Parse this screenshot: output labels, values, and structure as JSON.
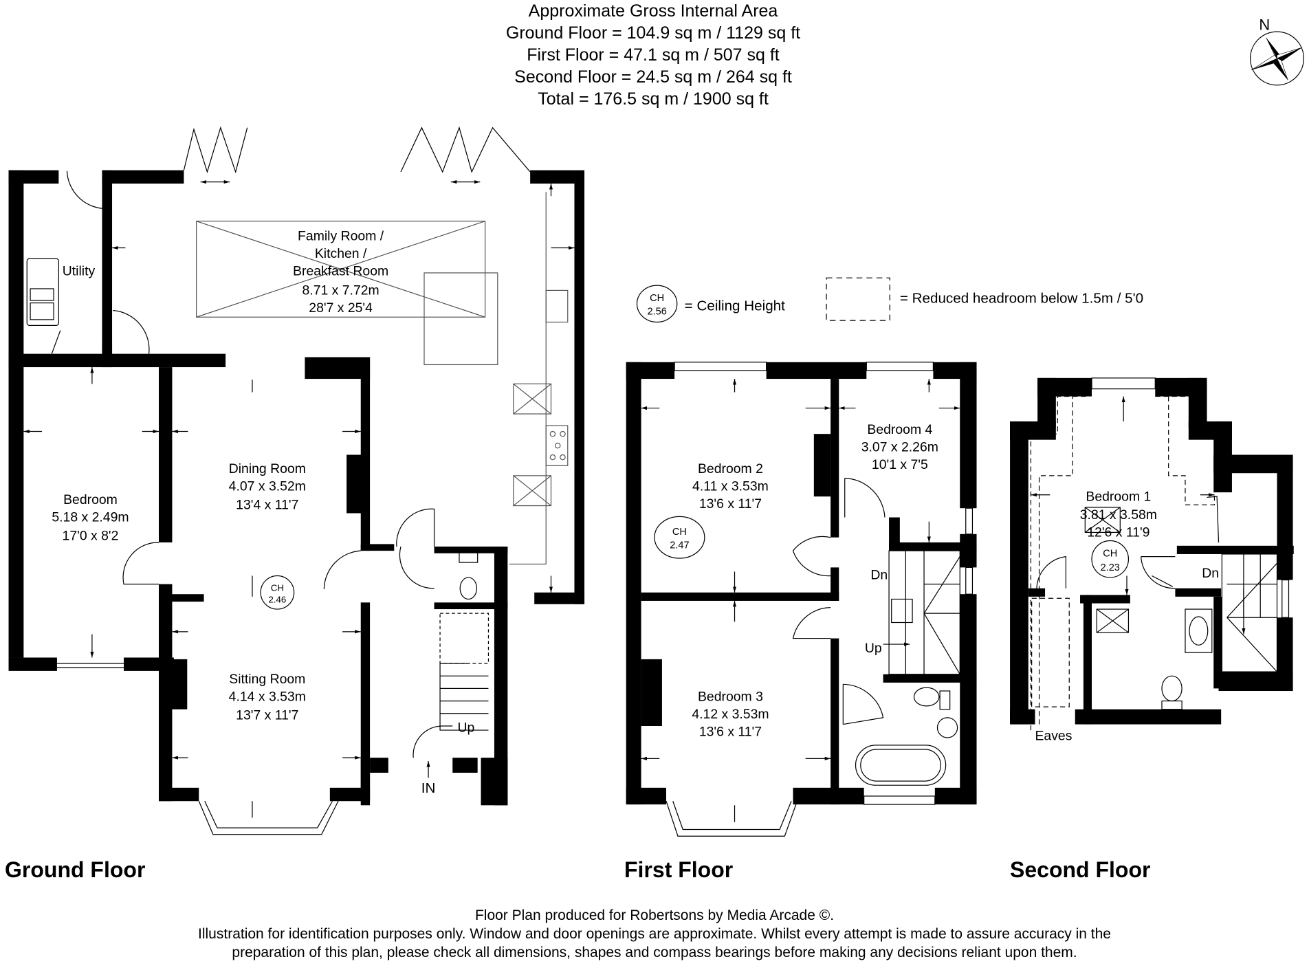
{
  "header": {
    "title": "Approximate Gross Internal Area",
    "lines": [
      "Ground Floor = 104.9 sq m / 1129 sq ft",
      "First Floor = 47.1 sq m / 507 sq ft",
      "Second Floor = 24.5 sq m / 264 sq ft",
      "Total = 176.5 sq m / 1900 sq ft"
    ]
  },
  "compass": {
    "label": "N",
    "icon": "compass-rose-icon"
  },
  "legend": {
    "ceiling_height": {
      "symbol_top": "CH",
      "symbol_value": "2.56",
      "text": "= Ceiling Height"
    },
    "reduced_headroom": {
      "text": "= Reduced headroom below 1.5m / 5'0"
    }
  },
  "floors": {
    "ground": {
      "label": "Ground Floor",
      "rooms": {
        "utility": {
          "name": "Utility"
        },
        "family": {
          "line1": "Family Room /",
          "line2": "Kitchen /",
          "line3": "Breakfast Room",
          "metric": "8.71 x 7.72m",
          "imperial": "28'7 x 25'4"
        },
        "bedroom": {
          "name": "Bedroom",
          "metric": "5.18 x 2.49m",
          "imperial": "17'0 x 8'2"
        },
        "dining": {
          "name": "Dining Room",
          "metric": "4.07 x 3.52m",
          "imperial": "13'4 x 11'7"
        },
        "sitting": {
          "name": "Sitting Room",
          "metric": "4.14 x 3.53m",
          "imperial": "13'7 x 11'7"
        }
      },
      "ceiling_height": {
        "top": "CH",
        "value": "2.46"
      },
      "stairs": {
        "up": "Up"
      },
      "entrance": "IN"
    },
    "first": {
      "label": "First Floor",
      "rooms": {
        "bedroom2": {
          "name": "Bedroom 2",
          "metric": "4.11 x 3.53m",
          "imperial": "13'6 x 11'7"
        },
        "bedroom3": {
          "name": "Bedroom 3",
          "metric": "4.12 x 3.53m",
          "imperial": "13'6 x 11'7"
        },
        "bedroom4": {
          "name": "Bedroom 4",
          "metric": "3.07 x 2.26m",
          "imperial": "10'1 x 7'5"
        }
      },
      "ceiling_height": {
        "top": "CH",
        "value": "2.47"
      },
      "stairs": {
        "down": "Dn",
        "up": "Up"
      }
    },
    "second": {
      "label": "Second Floor",
      "rooms": {
        "bedroom1": {
          "name": "Bedroom 1",
          "metric": "3.81 x 3.58m",
          "imperial": "12'6 x 11'9"
        }
      },
      "ceiling_height": {
        "top": "CH",
        "value": "2.23"
      },
      "stairs": {
        "down": "Dn"
      },
      "eaves": "Eaves"
    }
  },
  "footer": {
    "credit": "Floor Plan produced for Robertsons by Media Arcade ©.",
    "disclaimer1": "Illustration for identification purposes only. Window and door openings are approximate. Whilst every attempt is made to assure accuracy in the",
    "disclaimer2": "preparation of this plan, please check all dimensions, shapes and compass bearings before making any decisions reliant upon them."
  }
}
